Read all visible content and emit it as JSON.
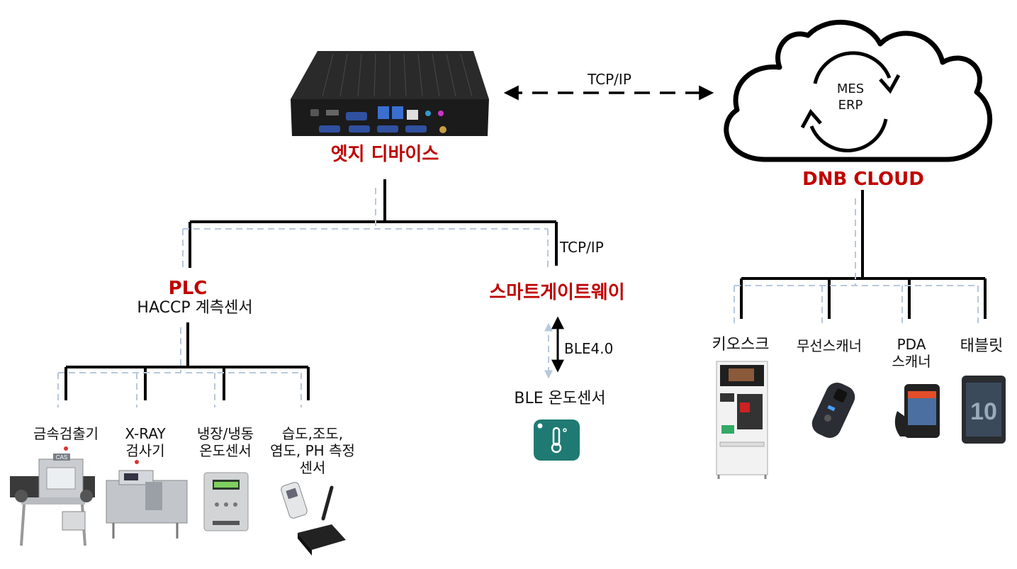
{
  "edge_device": {
    "label": "엣지 디바이스"
  },
  "cloud": {
    "label": "DNB CLOUD",
    "line1": "MES",
    "line2": "ERP"
  },
  "links": {
    "edge_cloud": "TCP/IP",
    "edge_gateway": "TCP/IP",
    "gateway_sensor": "BLE4.0"
  },
  "plc": {
    "title": "PLC",
    "subtitle": "HACCP 계측센서"
  },
  "gateway": {
    "label": "스마트게이트웨이"
  },
  "ble_sensor": {
    "label": "BLE 온도센서"
  },
  "plc_devices": [
    {
      "lines": [
        "금속검출기"
      ]
    },
    {
      "lines": [
        "X-RAY",
        "검사기"
      ]
    },
    {
      "lines": [
        "냉장/냉동",
        "온도센서"
      ]
    },
    {
      "lines": [
        "습도,조도,",
        "염도, PH 측정",
        "센서"
      ]
    }
  ],
  "cloud_devices": [
    {
      "lines": [
        "키오스크"
      ]
    },
    {
      "lines": [
        "무선스캐너"
      ]
    },
    {
      "lines": [
        "PDA",
        "스캐너"
      ]
    },
    {
      "lines": [
        "태블릿"
      ]
    }
  ],
  "device_marks": {
    "metal_detector": "CAS"
  },
  "colors": {
    "accent": "#c00000",
    "line": "#000000",
    "dashed": "#b8c8dc"
  }
}
